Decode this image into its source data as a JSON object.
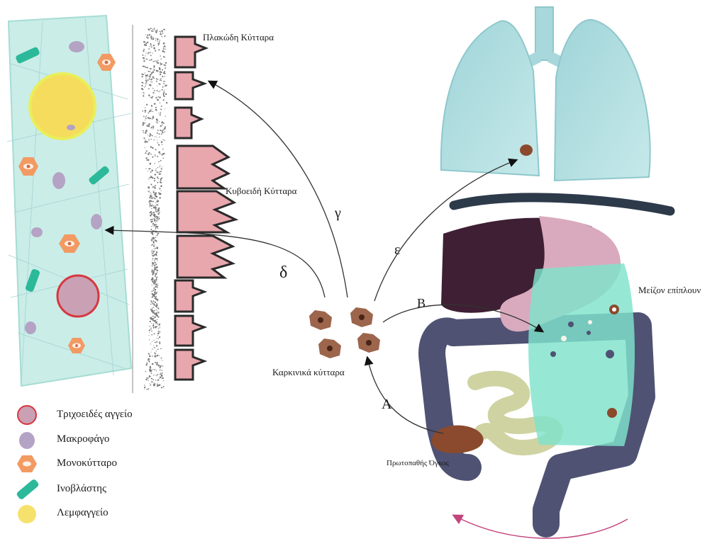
{
  "labels": {
    "squamous": "Πλακώδη Κύτταρα",
    "cuboidal": "Κυβοειδή Κύτταρα",
    "cancer_cells": "Καρκινικά κύτταρα",
    "primary_tumor": "Πρωτοπαθής Όγκος",
    "omentum": "Μείζον επίπλουν"
  },
  "paths": {
    "a": "A",
    "b": "B",
    "c": "γ",
    "d": "δ",
    "e": "ε"
  },
  "legend": [
    {
      "icon": "capillary-icon",
      "label": "Τριχοειδές αγγείο"
    },
    {
      "icon": "macrophage-icon",
      "label": "Μακροφάγο"
    },
    {
      "icon": "monocyte-icon",
      "label": "Μονοκύτταρο"
    },
    {
      "icon": "fibroblast-icon",
      "label": "Ινοβλάστης"
    },
    {
      "icon": "lymphatic-icon",
      "label": "Λεμφαγγείο"
    }
  ],
  "colors": {
    "tissue": "#bfe8e3",
    "capillary": "#c9a0b4",
    "capillary_border": "#d9363e",
    "macrophage": "#b4a3c4",
    "monocyte": "#f29a62",
    "fibroblast": "#2bb99a",
    "lymphatic": "#f6e16d",
    "epithelium": "#e8a6ad",
    "lung": "#a8d8dc",
    "liver": "#3e1f33",
    "stomach": "#d9aabd",
    "colon": "#4f5273",
    "small_intestine": "#cfd3a2",
    "omentum": "#7fe3cc",
    "tumor": "#8b4a2d",
    "arrow_circulation": "#c4457e"
  }
}
